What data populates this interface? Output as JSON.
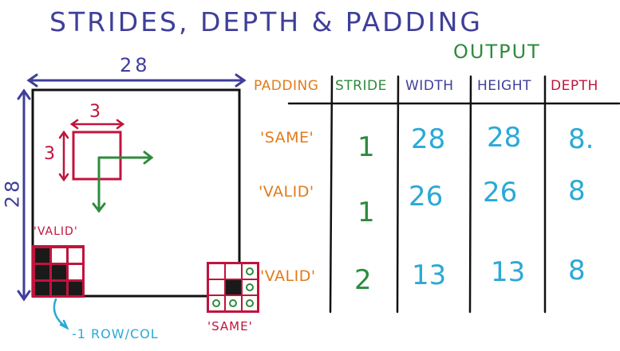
{
  "title": "STRIDES, DEPTH & PADDING",
  "input_diagram": {
    "width_label": "28",
    "height_label": "28",
    "filter_width_label": "3",
    "filter_height_label": "3",
    "valid_label": "'VALID'",
    "same_label": "'SAME'",
    "loss_label": "-1 ROW/COL"
  },
  "table": {
    "output_label": "OUTPUT",
    "headers": {
      "padding": "PADDING",
      "stride": "STRIDE",
      "width": "WIDTH",
      "height": "HEIGHT",
      "depth": "DEPTH"
    },
    "rows": [
      {
        "padding": "'SAME'",
        "stride": "1",
        "width": "28",
        "height": "28",
        "depth": "8."
      },
      {
        "padding": "'VALID'",
        "stride": "1",
        "width": "26",
        "height": "26",
        "depth": "8"
      },
      {
        "padding": "'VALID'",
        "stride": "2",
        "width": "13",
        "height": "13",
        "depth": "8"
      }
    ]
  },
  "colors": {
    "blue": "#3f3f99",
    "green": "#2e8b3e",
    "orange": "#e07b1a",
    "red": "#c0143c",
    "cyan": "#2aa9d6",
    "black": "#111111"
  }
}
